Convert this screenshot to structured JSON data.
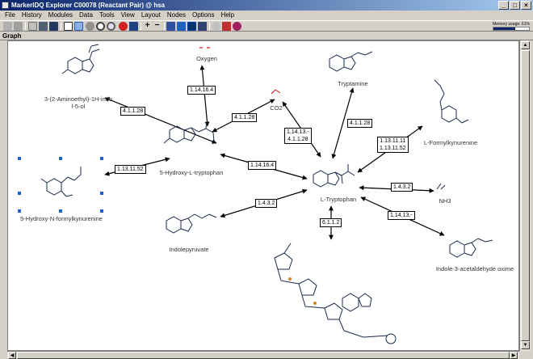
{
  "window": {
    "title": "MarkerIDQ Explorer C00078 (Reactant Pair) @ hsa"
  },
  "menu": [
    "File",
    "History",
    "Modules",
    "Data",
    "Tools",
    "View",
    "Layout",
    "Nodes",
    "Options",
    "Help"
  ],
  "toolbar": {
    "memory_label": "Memory usage: 61%",
    "memory_fraction": 0.61,
    "zoom_in_label": "+",
    "zoom_out_label": "−"
  },
  "panel": {
    "title": "Graph"
  },
  "compounds": {
    "aminoethyl": "3-(2-Aminoethyl)-1H-indo\nl-5-ol",
    "oxygen": "Oxygen",
    "tryptamine": "Tryptamine",
    "co2": "CO2",
    "hydroxytryptophan": "5-Hydroxy-L-tryptophan",
    "formylkynurenine": "L-Formylkynurenine",
    "hydroxyformylkynurenine": "5-Hydroxy-N-formylkynurenine",
    "tryptophan": "L-Tryptophan",
    "nh3": "NH3",
    "indolepyruvate": "Indolepyruvate",
    "acetaldehyde_oxime": "Indole-3-acetaldehyde oxime"
  },
  "enzymes": {
    "e1": "4.1.1.28",
    "e2": "1.14.16.4",
    "e3": "4.1.1.28",
    "e4": "1.14.13.-\n4.1.1.28",
    "e5": "4.1.1.28",
    "e6": "1.13.11.11\n1.13.11.52",
    "e7": "1.13.11.52",
    "e8": "1.14.16.4",
    "e9": "1.4.3.2",
    "e10": "1.4.3.2",
    "e11": "1.14.13.-",
    "e12": "6.1.1.2"
  }
}
